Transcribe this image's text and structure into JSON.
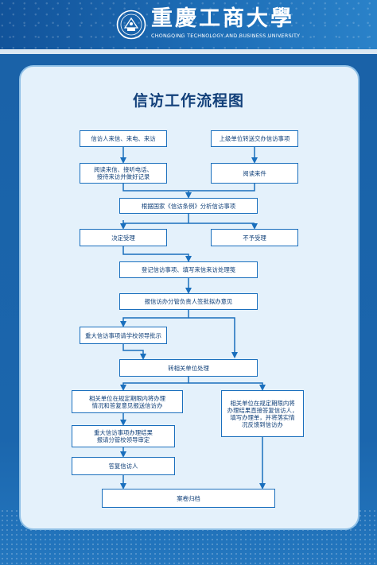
{
  "header": {
    "university_name": "重慶工商大學",
    "university_name_en": "CHONGQING TECHNOLOGY AND BUSINESS UNIVERSITY",
    "logo": "university-seal-icon"
  },
  "title": "信访工作流程图",
  "flow": {
    "box_visit": "信访人来信、来电、来访",
    "box_higher": "上级单位转送交办信访事项",
    "box_read_calls": "阅读来信、接听电话、\n接待来访并做好记录",
    "box_read_docs": "阅读来件",
    "box_analyze": "根据国家《信访条例》分析信访事项",
    "box_accept": "决定受理",
    "box_reject": "不予受理",
    "box_register": "登记信访事项、填写来信来访处理笺",
    "box_report": "报信访办分管负责人签批拟办意见",
    "box_major": "重大信访事项请学校领导批示",
    "box_transfer": "转相关单位处理",
    "box_units_report": "相关单位在规定期限内将办理\n情况和答复意见报送信访办",
    "box_units_direct": "相关单位在规定期限内将\n办理结果直接答复信访人，\n填写办理单，并将落实情\n况反馈到信访办",
    "box_major_result": "重大信访事项办理结果\n报请分管校领导审定",
    "box_reply": "答复信访人",
    "box_archive": "案卷归档"
  },
  "colors": {
    "background": "#1a63a8",
    "panel": "#e4f1fb",
    "box_border": "#1a6fbd",
    "arrow": "#1a6fbd",
    "title": "#12407a"
  }
}
